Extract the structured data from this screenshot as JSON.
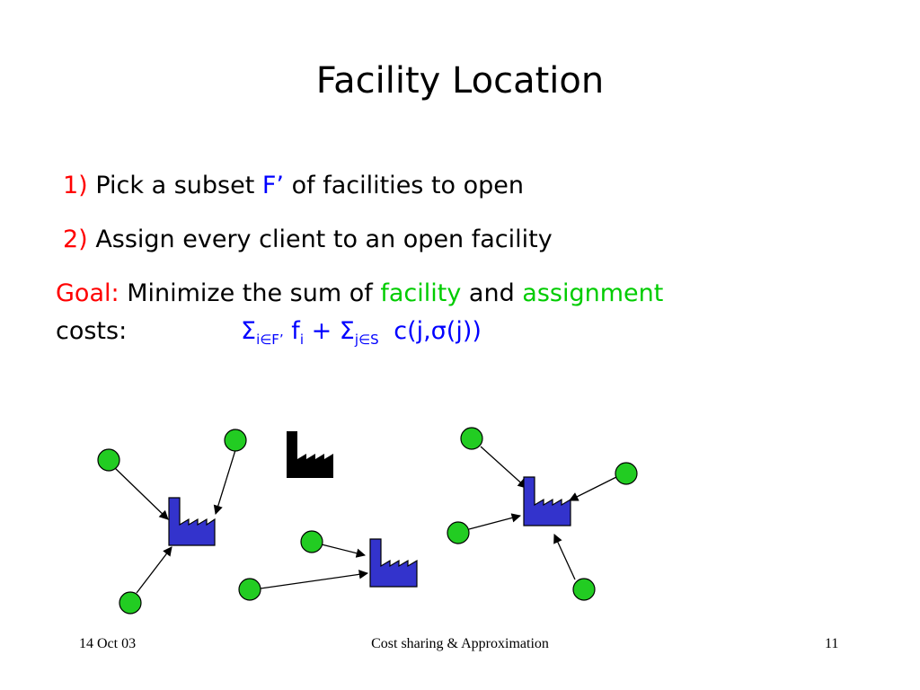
{
  "title": "Facility Location",
  "steps": [
    {
      "num": "1)",
      "pre": "Pick a subset",
      "var": "F’",
      "post": "of facilities to open"
    },
    {
      "num": "2)",
      "text": "Assign every client to an open facility"
    }
  ],
  "goal": {
    "label": "Goal:",
    "pre": "Minimize the sum of",
    "word1": "facility",
    "and": "and",
    "word2": "assignment",
    "line2": "costs:"
  },
  "formula": {
    "sigma1": "Σ",
    "sub1": "i∈F’",
    "f": "f",
    "sub_i": "i",
    "plus": "+",
    "sigma2": "Σ",
    "sub2": "j∈S",
    "term": "c(j,σ(j))"
  },
  "colors": {
    "client": "#22cc22",
    "open_facility": "#3333cc",
    "closed_facility": "#000000",
    "accent_red": "#ff0000",
    "accent_blue": "#0000ff",
    "accent_green": "#00cc00"
  },
  "footer": {
    "date": "14 Oct 03",
    "center": "Cost sharing & Approximation",
    "page": "11"
  }
}
